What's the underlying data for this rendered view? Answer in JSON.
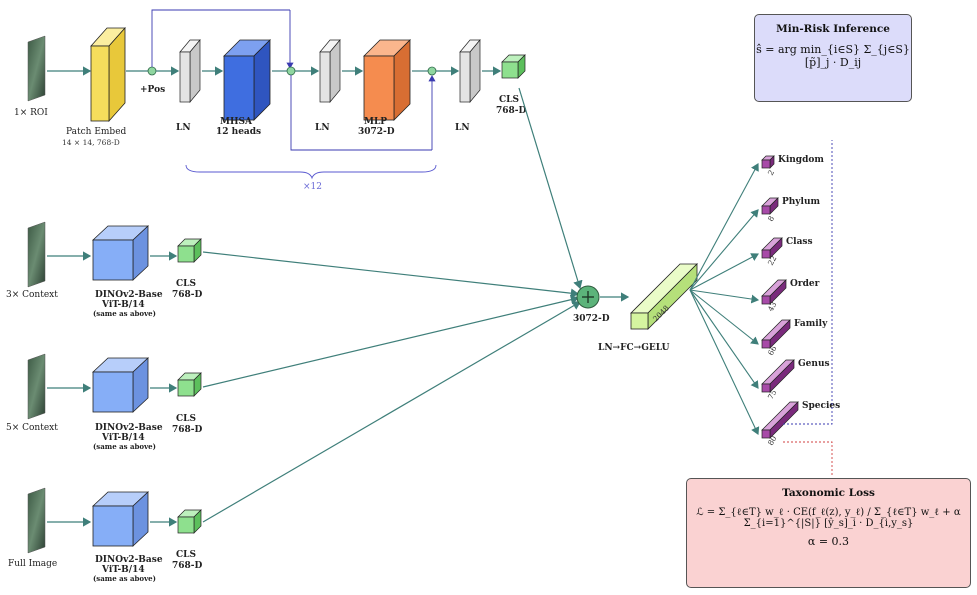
{
  "top": {
    "roi_label": "1× ROI",
    "patch_embed_name": "Patch Embed",
    "patch_embed_dims": "14 × 14, 768-D",
    "pos_label": "+Pos",
    "ln1_label": "LN",
    "mhsa_name": "MHSA",
    "mhsa_heads": "12 heads",
    "ln2_label": "LN",
    "mlp_name": "MLP",
    "mlp_dims": "3072-D",
    "ln3_label": "LN",
    "cls_name": "CLS",
    "cls_dims": "768-D",
    "repeat_label": "×12"
  },
  "branches": [
    {
      "input_label": "3× Context",
      "backbone_name": "DINOv2-Base",
      "backbone_variant": "ViT-B/14",
      "backbone_note": "(same as above)",
      "cls_name": "CLS",
      "cls_dims": "768-D"
    },
    {
      "input_label": "5× Context",
      "backbone_name": "DINOv2-Base",
      "backbone_variant": "ViT-B/14",
      "backbone_note": "(same as above)",
      "cls_name": "CLS",
      "cls_dims": "768-D"
    },
    {
      "input_label": "Full Image",
      "backbone_name": "DINOv2-Base",
      "backbone_variant": "ViT-B/14",
      "backbone_note": "(same as above)",
      "cls_name": "CLS",
      "cls_dims": "768-D"
    }
  ],
  "fusion": {
    "concat_label": "3072-D",
    "head_label": "LN→FC→GELU",
    "head_dim": "2048"
  },
  "outputs": [
    {
      "name": "Kingdom",
      "count": "2"
    },
    {
      "name": "Phylum",
      "count": "8"
    },
    {
      "name": "Class",
      "count": "22"
    },
    {
      "name": "Order",
      "count": "43"
    },
    {
      "name": "Family",
      "count": "66"
    },
    {
      "name": "Genus",
      "count": "75"
    },
    {
      "name": "Species",
      "count": "80"
    }
  ],
  "inference_box": {
    "title": "Min-Risk Inference",
    "formula": "ŝ = arg min_{i∈S} Σ_{j∈S} [p̃]_j · D_ij"
  },
  "loss_box": {
    "title": "Taxonomic Loss",
    "formula": "ℒ = Σ_{ℓ∈T} w_ℓ · CE(f_ℓ(z), y_ℓ) / Σ_{ℓ∈T} w_ℓ + α Σ_{i=1}^{|S|} [ŷ_s]_i · D_{i,y_s}",
    "alpha": "α = 0.3"
  },
  "colors": {
    "arrow": "#3f7f7a",
    "patch_embed": "#f5dd5c",
    "mhsa": "#3f6ee0",
    "mlp": "#f58c4f",
    "ln": "#e4e4e4",
    "cls": "#8ee08e",
    "backbone": "#86aef7",
    "fc_head": "#d5f5a0",
    "output": "#a74aa8",
    "inference_bg": "#dcdcfa",
    "loss_bg": "#fad2d2",
    "repeat": "#5a5ad0"
  }
}
